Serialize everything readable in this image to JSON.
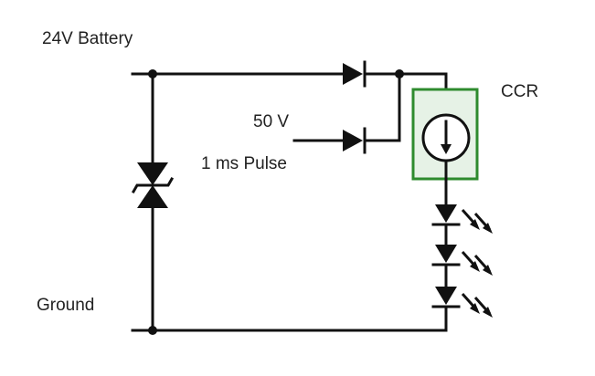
{
  "diagram": {
    "labels": {
      "battery": "24V Battery",
      "ground": "Ground",
      "ccr": "CCR",
      "pulse_voltage": "50 V",
      "pulse_duration": "1 ms Pulse"
    },
    "components": {
      "tvs_diode": "bidirectional-tvs-diode",
      "battery_diode": "diode",
      "pulse_diode": "diode",
      "ccr": "constant-current-regulator",
      "leds": [
        "led",
        "led",
        "led"
      ]
    },
    "colors": {
      "wire": "#111111",
      "ccr_box_border": "#2e8b2e",
      "ccr_box_fill": "#e6f2e6"
    }
  }
}
